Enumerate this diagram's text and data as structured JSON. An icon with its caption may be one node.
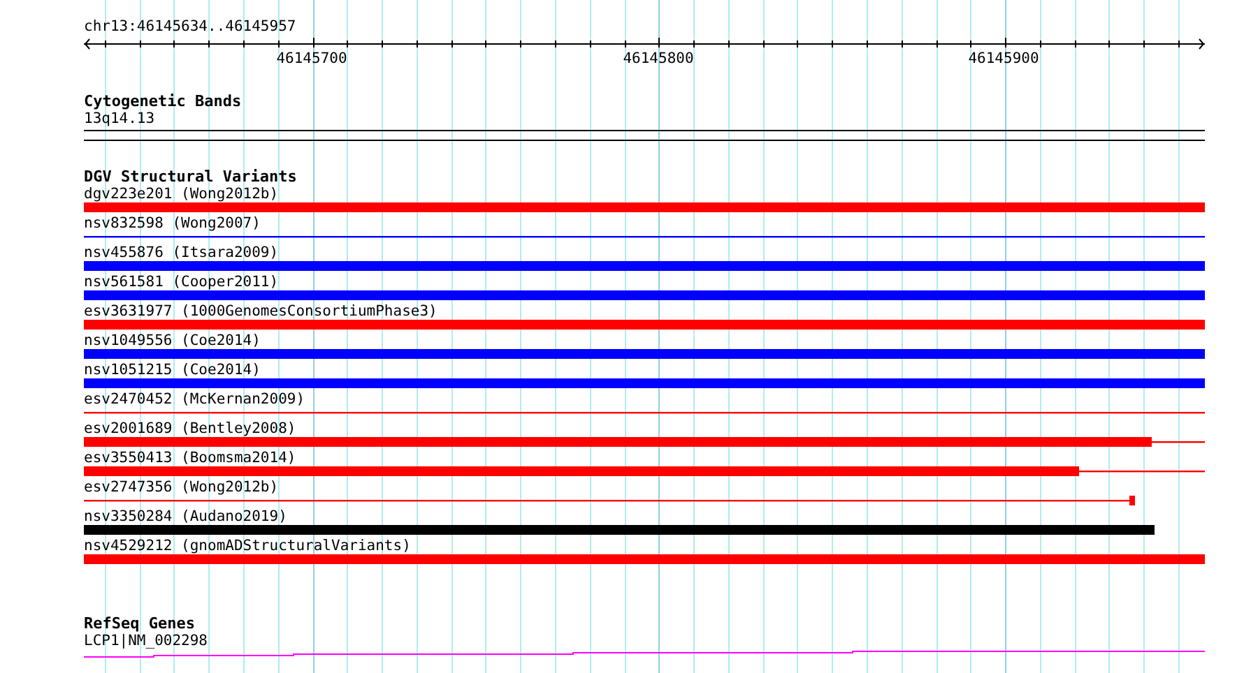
{
  "diagram": {
    "nodes": [
      {
        "text": [
          "Cytogenetic Bands"
        ]
      },
      {
        "text": [
          "13q14.13"
        ],
        "in": 0
      },
      {
        "text": [
          "DGV Structural Variants"
        ]
      },
      {
        "text": [
          "dgv223e201 (Wong2012b)"
        ],
        "in": 2
      },
      {
        "text": [
          "nsv832598 (Wong2007)"
        ],
        "in": 2
      },
      {
        "text": [
          "nsv455876 (Itsara2009)"
        ],
        "in": 2
      },
      {
        "text": [
          "nsv561581 (Cooper2011)"
        ],
        "in": 2
      },
      {
        "text": [
          "esv3631977 (1000GenomesConsortiumPhase3)"
        ],
        "in": 2
      },
      {
        "text": [
          "nsv1049556 (Coe2014)"
        ],
        "in": 2
      },
      {
        "text": [
          "nsv1051215 (Coe2014)"
        ],
        "in": 2
      },
      {
        "text": [
          "esv2470452 (McKernan2009)"
        ],
        "in": 2
      },
      {
        "text": [
          "esv2001689 (Bentley2008)"
        ],
        "in": 2
      },
      {
        "text": [
          "esv3550413 (Boomsma2014)"
        ],
        "in": 2
      },
      {
        "text": [
          "esv2747356 (Wong2012b)"
        ],
        "in": 2
      },
      {
        "text": [
          "nsv3350284 (Audano2019)"
        ],
        "in": 2
      },
      {
        "text": [
          "nsv4529212 (gnomADStructuralVariants)"
        ],
        "in": 2
      },
      {
        "text": [
          "RefSeq Genes"
        ]
      },
      {
        "text": [
          "LCP1|NM_002298"
        ],
        "in": 16
      }
    ],
    "labels": [
      "chr13:46145634..46145957",
      "46145700",
      "46145800",
      "46145900"
    ]
  }
}
